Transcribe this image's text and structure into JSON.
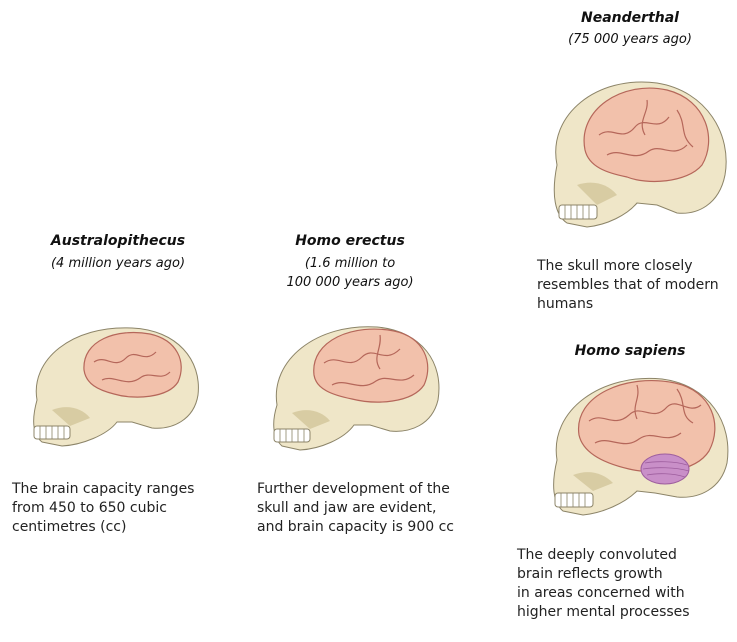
{
  "australopithecus": {
    "name": "Australopithecus",
    "era": "(4 million years ago)",
    "caption": [
      "The brain capacity ranges",
      "from 450 to 650 cubic",
      "centimetres (cc)"
    ]
  },
  "homo_erectus": {
    "name": "Homo erectus",
    "era": [
      "(1.6 million to",
      "100 000 years ago)"
    ],
    "caption": [
      "Further development of the",
      "skull and jaw are evident,",
      "and brain capacity is 900 cc"
    ]
  },
  "neanderthal": {
    "name": "Neanderthal",
    "era": "(75 000 years ago)",
    "caption": [
      "The skull more closely",
      "resembles that of modern",
      "humans"
    ]
  },
  "homo_sapiens": {
    "name": "Homo sapiens",
    "caption": [
      "The deeply convoluted",
      "brain reflects growth",
      "in areas concerned with",
      "higher mental processes"
    ]
  },
  "colors": {
    "bone": "#EFE6C8",
    "bone_shadow": "#D8CCA3",
    "brain": "#F2C1AB",
    "brain_line": "#B5675A",
    "cerebellum": "#C98FC8",
    "outline": "#8C8468"
  }
}
